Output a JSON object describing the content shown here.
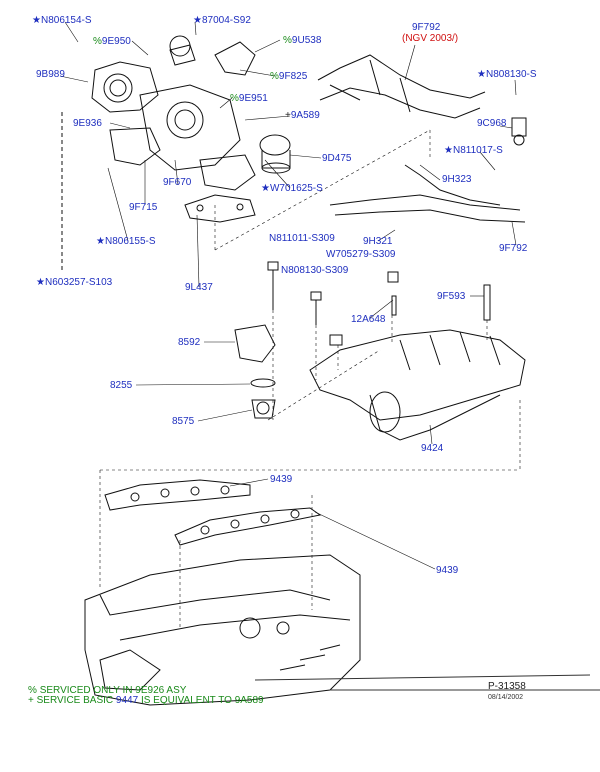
{
  "labels": {
    "n806154": "N806154-S",
    "p87004": "87004-S92",
    "p9e950": "9E950",
    "p9u538": "9U538",
    "p9f825": "9F825",
    "p9e951": "9E951",
    "p9f792a": "9F792",
    "ngv": "(NGV 2003/)",
    "n808130a": "N808130-S",
    "p9b989": "9B989",
    "p9e936": "9E936",
    "p9a589": "9A589",
    "p9c968": "9C968",
    "n811017": "N811017-S",
    "p9d475": "9D475",
    "w701625": "W701625-S",
    "p9h323": "9H323",
    "p9f670": "9F670",
    "p9f715": "9F715",
    "p9h321": "9H321",
    "p9f792b": "9F792",
    "n806155": "N806155-S",
    "n811011": "N811011-S309",
    "n808130b": "N808130-S309",
    "w705279": "W705279-S309",
    "n603257": "N603257-S103",
    "p9l437": "9L437",
    "p9f593": "9F593",
    "p12a648": "12A648",
    "p8592": "8592",
    "p8255": "8255",
    "p8575": "8575",
    "p9424": "9424",
    "p9439a": "9439",
    "p9439b": "9439",
    "p9447": "9447",
    "ref": "P-31358",
    "date": "08/14/2002"
  },
  "symbols": {
    "star": "★",
    "percent": "%",
    "plus": "+"
  },
  "footer": {
    "line1": "SERVICED ONLY IN 9E926 ASY",
    "line2": "SERVICE BASIC",
    "line2b": "IS EQUIVALENT TO 9A589"
  }
}
